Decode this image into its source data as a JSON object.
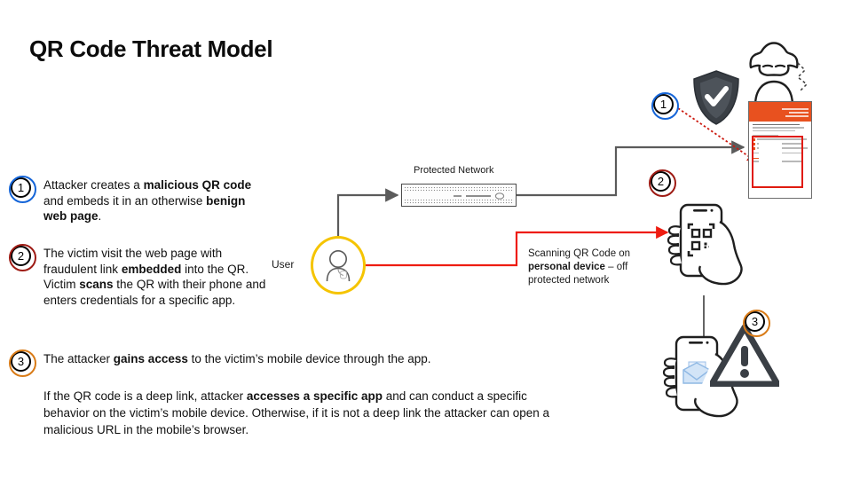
{
  "title": "QR Code Threat Model",
  "steps": [
    {
      "number": "1",
      "color": "#1565d8",
      "text_segments": [
        {
          "t": "Attacker creates a ",
          "b": false
        },
        {
          "t": "malicious QR code",
          "b": true
        },
        {
          "t": " and embeds it in an otherwise ",
          "b": false
        },
        {
          "t": "benign web page",
          "b": true
        },
        {
          "t": ".",
          "b": false
        }
      ]
    },
    {
      "number": "2",
      "color": "#9e1b14",
      "text_segments": [
        {
          "t": "The victim visit the web page with fraudulent link ",
          "b": false
        },
        {
          "t": "embedded",
          "b": true
        },
        {
          "t": " into the QR. Victim ",
          "b": false
        },
        {
          "t": "scans",
          "b": true
        },
        {
          "t": " the QR with their phone and enters credentials for a specific app.",
          "b": false
        }
      ]
    },
    {
      "number": "3",
      "color": "#d97b17",
      "text_segments": [
        {
          "t": "The attacker ",
          "b": false
        },
        {
          "t": "gains access",
          "b": true
        },
        {
          "t": " to the victim’s mobile device through the app.",
          "b": false
        }
      ]
    }
  ],
  "closing_paragraph": [
    {
      "t": "If the QR code is a deep link, attacker ",
      "b": false
    },
    {
      "t": "accesses a specific app",
      "b": true
    },
    {
      "t": " and can conduct a specific behavior on the victim’s mobile device. Otherwise, if it is not a deep link the attacker can open a malicious URL in the mobile’s browser.",
      "b": false
    }
  ],
  "diagram": {
    "user_label": "User",
    "firewall_label": "Protected Network",
    "scan_note": [
      {
        "t": "Scanning QR Code on ",
        "b": false
      },
      {
        "t": "personal device",
        "b": true
      },
      {
        "t": " – off protected network",
        "b": false
      }
    ],
    "right_badges": [
      {
        "number": "1",
        "color": "#1565d8"
      },
      {
        "number": "2",
        "color": "#9e1b14"
      },
      {
        "number": "3",
        "color": "#d97b17"
      }
    ],
    "icons": {
      "shield": "shield-check-icon",
      "hacker": "hacker-icon",
      "phone_scan": "hand-holding-phone-qr-scan-icon",
      "phone_mail": "hand-holding-phone-mail-icon",
      "warning": "warning-triangle-icon",
      "user": "user-person-icon",
      "firewall": "firewall-device-icon",
      "webpage": "web-page-mockup",
      "qr_codes": [
        "qr-code-icon",
        "qr-code-icon"
      ]
    }
  },
  "colors": {
    "accent_blue": "#1565d8",
    "accent_red": "#9e1b14",
    "accent_orange": "#d97b17",
    "arrow_red": "#ee1c11",
    "arrow_grey": "#5b5b5b",
    "user_ring": "#f5c400",
    "banner_orange": "#e8511f"
  }
}
